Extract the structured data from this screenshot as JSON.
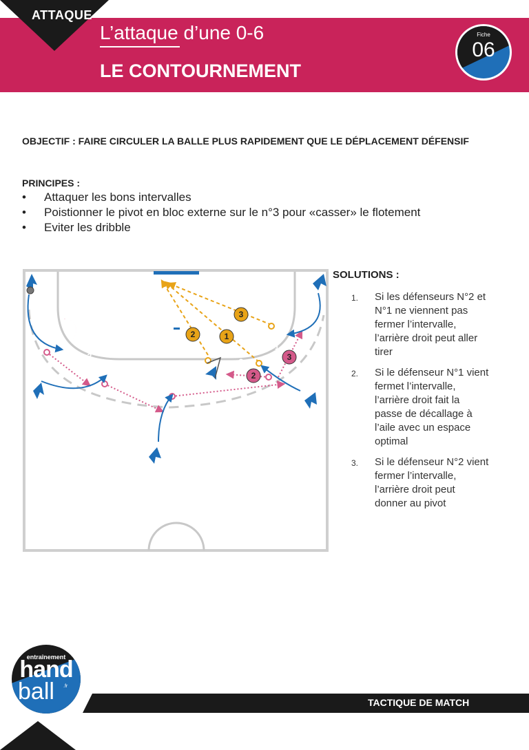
{
  "header": {
    "tag": "ATTAQUE",
    "subtitle": "L’attaque d’une 0-6",
    "title": "LE CONTOURNEMENT",
    "badge_label": "Fiche",
    "badge_number": "06",
    "accent_color": "#c9235a"
  },
  "objective": "OBJECTIF : FAIRE CIRCULER LA BALLE PLUS RAPIDEMENT QUE LE DÉPLACEMENT DÉFENSIF",
  "principes": {
    "title": "PRINCIPES :",
    "bullet": "•",
    "items": [
      "Attaquer les bons intervalles",
      "Poistionner le pivot en bloc externe sur le n°3 pour «casser» le flotement",
      "Eviter les dribble"
    ]
  },
  "diagram": {
    "defender_labels": [
      "1",
      "2",
      "3",
      "3",
      "2",
      "1"
    ],
    "pass_labels": [
      "1",
      "2",
      "3"
    ],
    "attacker_labels": [
      "2",
      "3"
    ],
    "colors": {
      "defense": "#c9235a",
      "attack": "#1f6fb8",
      "pass": "#e8a317",
      "pink": "#d45a8a",
      "lines": "#bfbfbf"
    }
  },
  "solutions": {
    "title": "SOLUTIONS :",
    "items": [
      {
        "num": "1.",
        "text": "Si les défenseurs N°2 et N°1 ne viennent pas fermer l’intervalle, l’arrière droit peut aller tirer"
      },
      {
        "num": "2.",
        "text": "Si le défenseur N°1 vient fermet l’intervalle, l’arrière droit fait la passe de décallage à l’aile avec un espace optimal"
      },
      {
        "num": "3.",
        "text": "Si le défenseur N°2 vient fermer l’intervalle, l’arrière droit peut donner au pivot"
      }
    ]
  },
  "footer": {
    "label": "TACTIQUE DE MATCH",
    "logo_top": "entraînement",
    "logo_hand": "hand",
    "logo_ball": "ball",
    "logo_fr": ".fr"
  }
}
